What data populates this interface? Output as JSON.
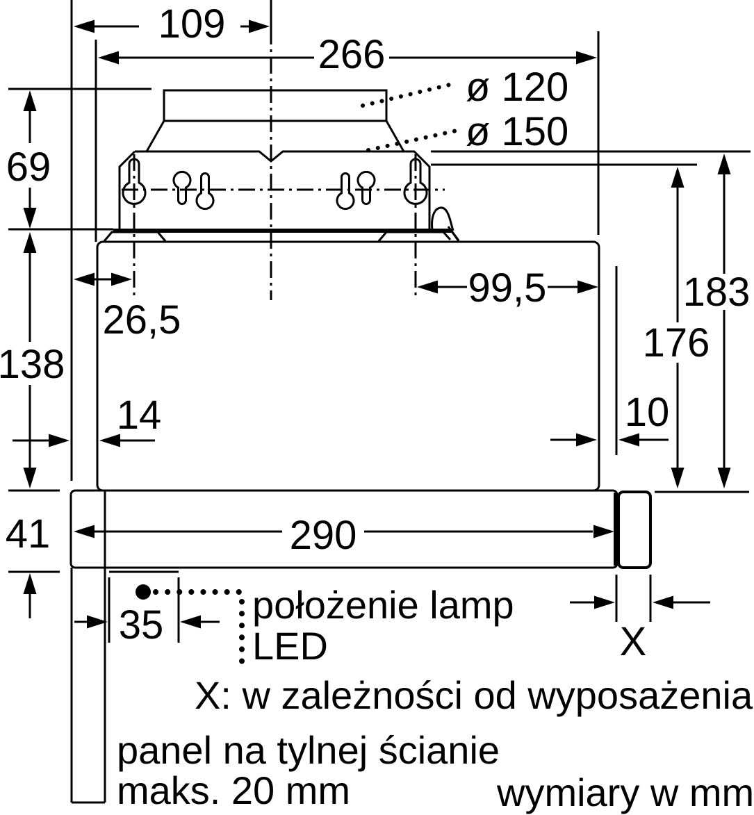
{
  "page": {
    "background": "#ffffff",
    "line_color": "#000000"
  },
  "dimensions": {
    "top_width": "109",
    "duct_width": "266",
    "duct_diameter_1": "ø 120",
    "duct_diameter_2": "ø 150",
    "bracket_height": "69",
    "keyhole_offset_left": "26,5",
    "keyhole_offset_right": "99,5",
    "height_overall": "183",
    "height_inner": "176",
    "body_height": "138",
    "gap_left": "14",
    "gap_right": "10",
    "drawer_height": "41",
    "body_width": "290",
    "led_offset": "35",
    "front_panel_width": "X"
  },
  "annotations": {
    "led_label_line1": "położenie lamp",
    "led_label_line2": "LED",
    "x_explanation": "X: w zależności od wyposażenia",
    "panel_note_line1": "panel na tylnej ścianie",
    "panel_note_line2": "maks. 20 mm",
    "units": "wymiary w mm"
  }
}
